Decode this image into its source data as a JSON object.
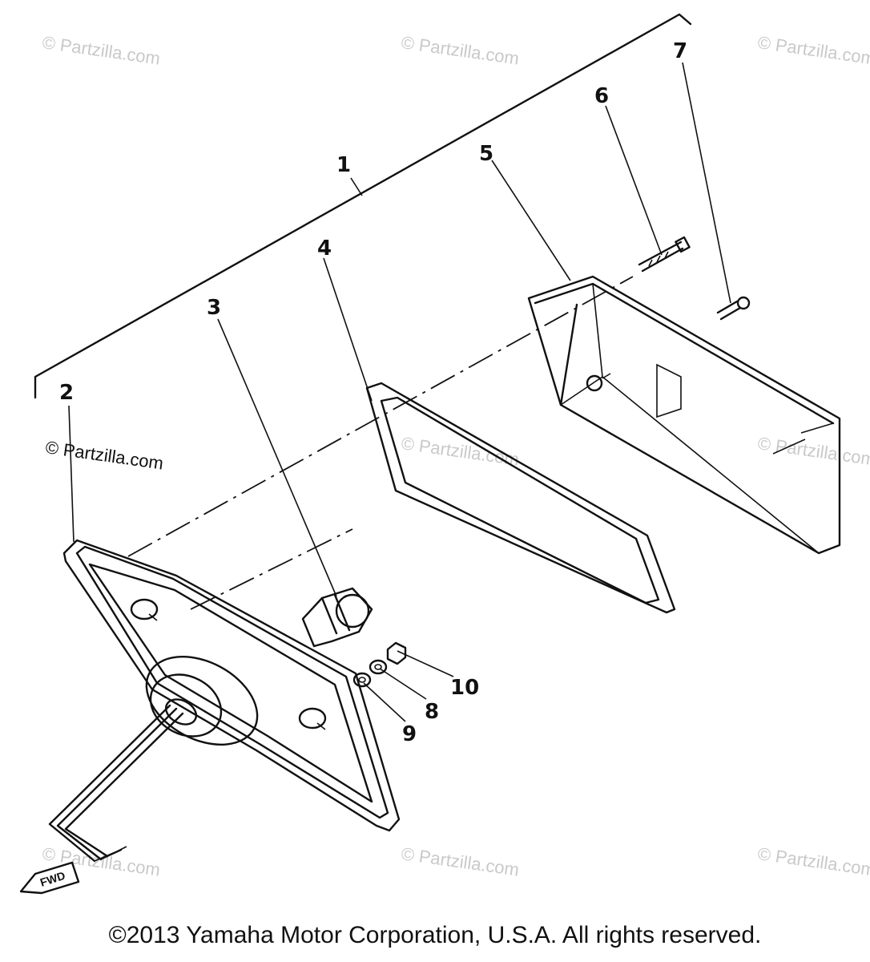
{
  "callouts": {
    "c1": "1",
    "c2": "2",
    "c3": "3",
    "c4": "4",
    "c5": "5",
    "c6": "6",
    "c7": "7",
    "c8": "8",
    "c9": "9",
    "c10": "10"
  },
  "watermark_text": "© Partzilla.com",
  "fwd_label": "FWD",
  "copyright": "©2013  Yamaha Motor Corporation, U.S.A. All rights reserved."
}
